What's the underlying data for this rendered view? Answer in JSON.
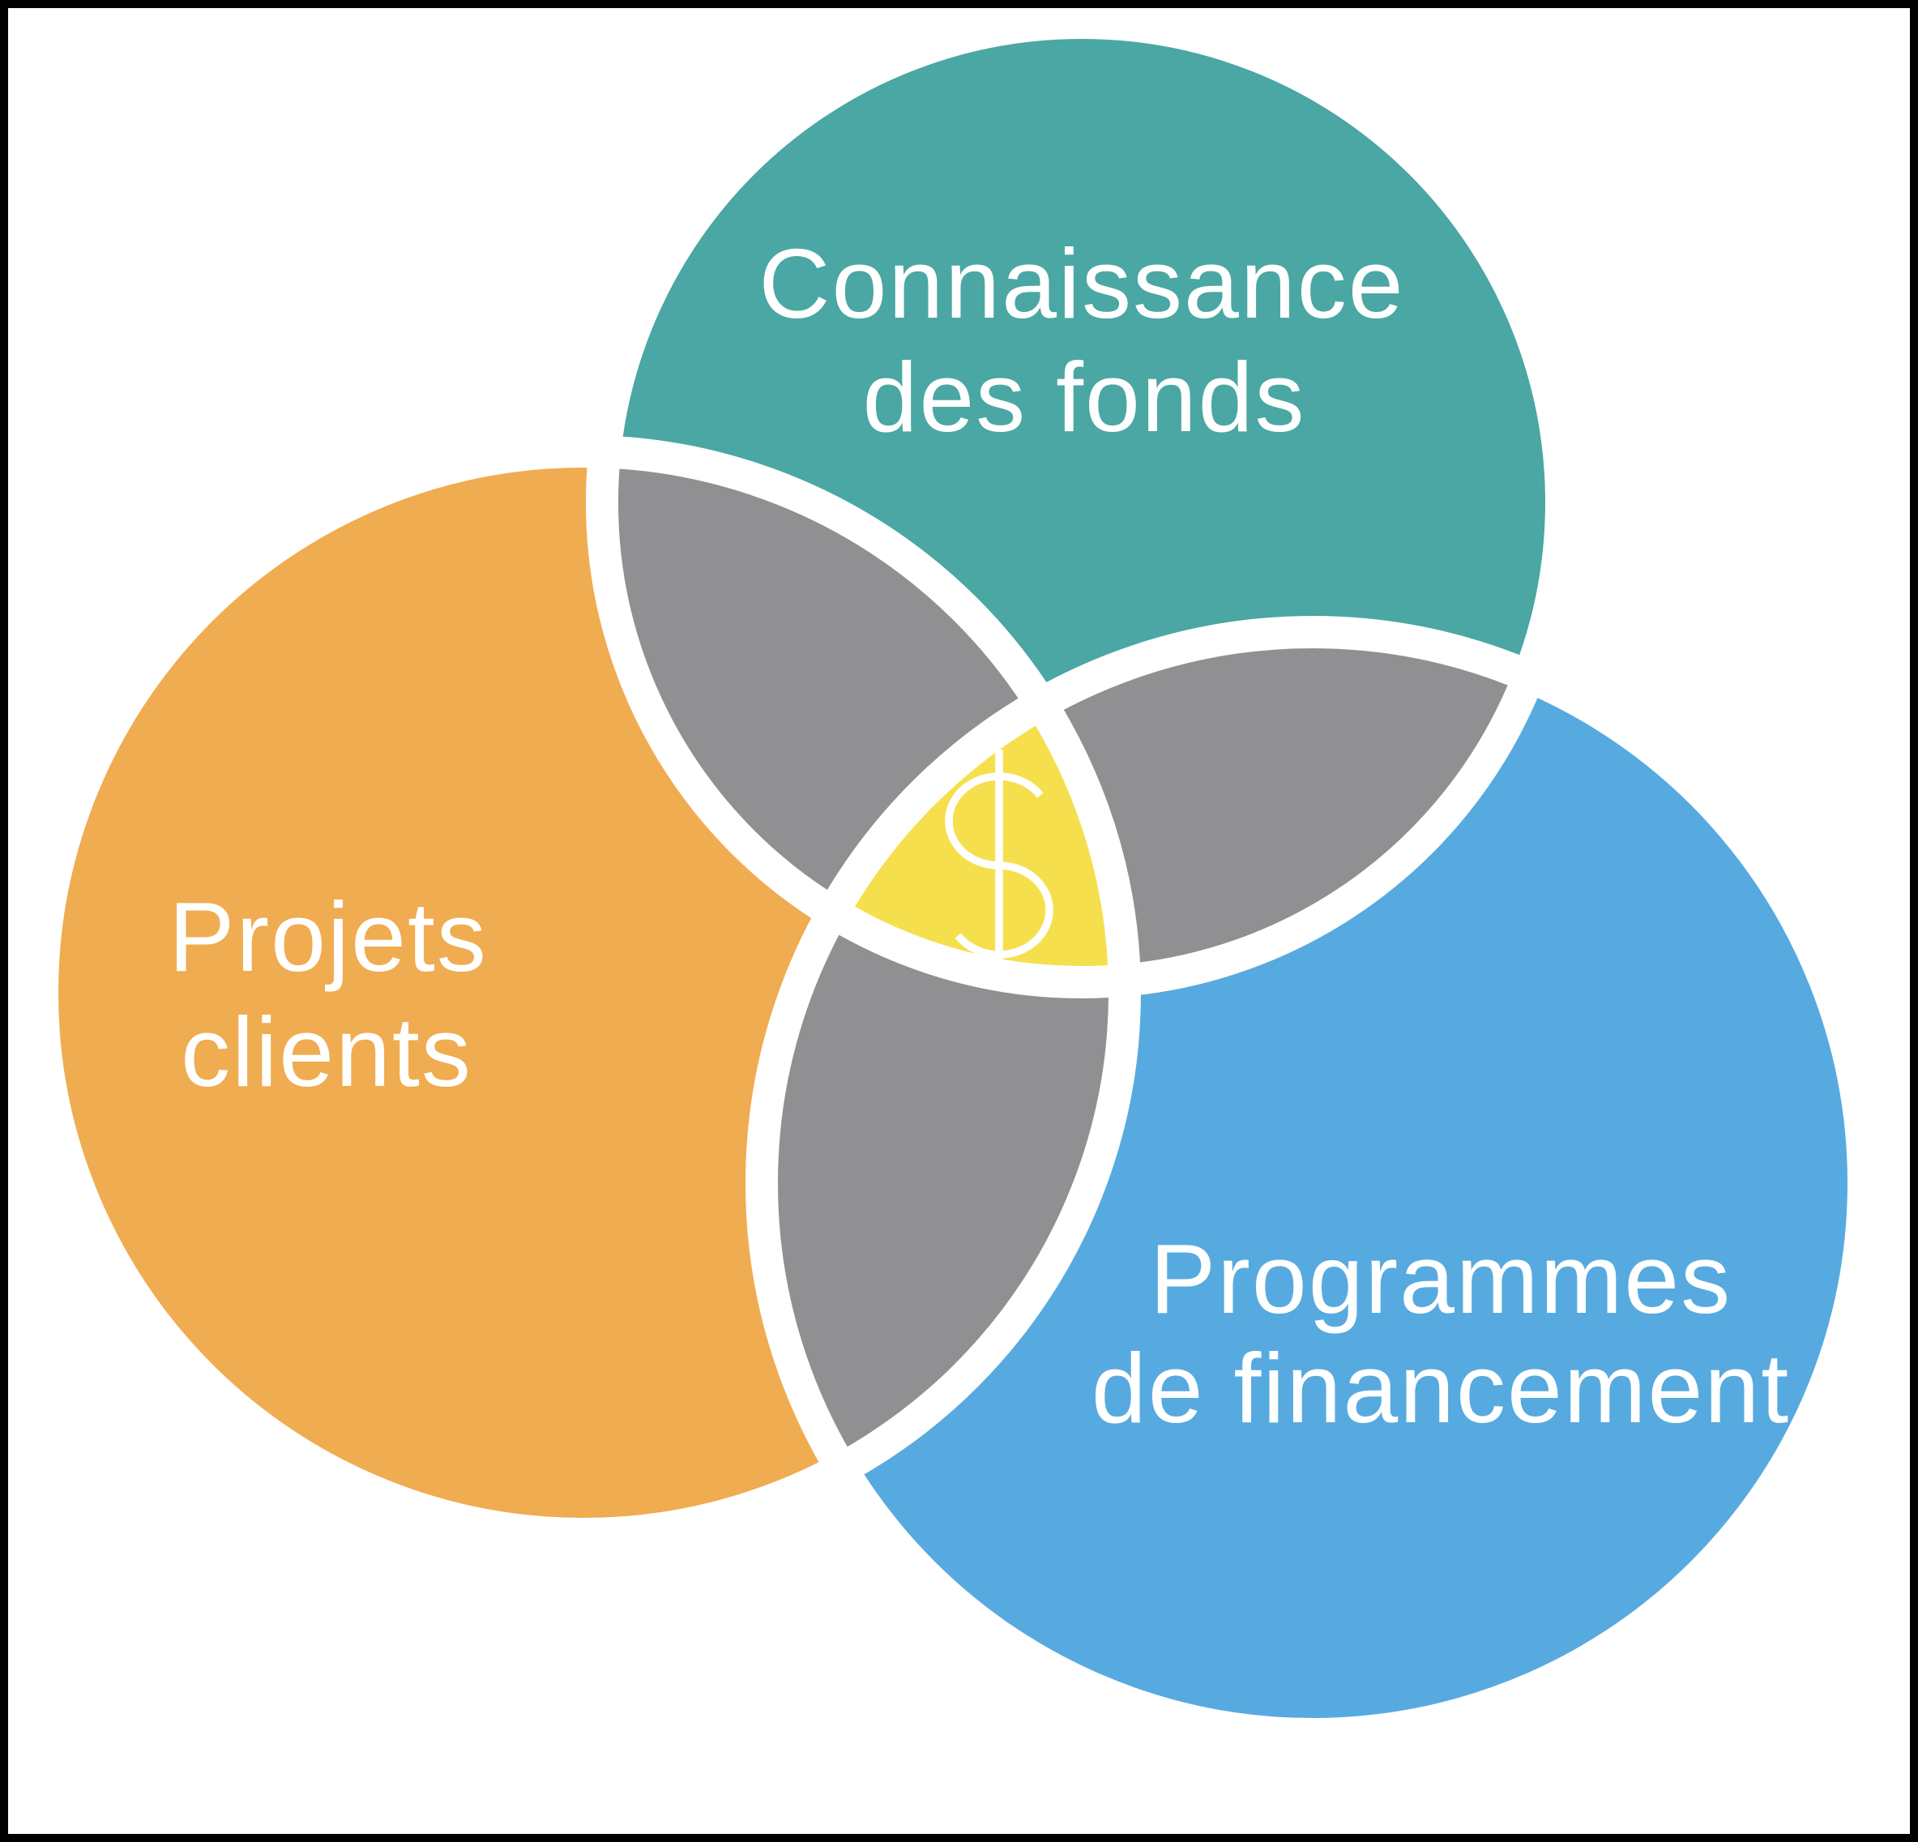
{
  "figure": {
    "type": "venn-diagram-3-circles",
    "background_color": "#FFFFFF",
    "frame_color": "#000000",
    "separator_color": "#FFFFFF",
    "text_color": "#FFFFFF",
    "sets": [
      {
        "name": "connaissance-des-fonds",
        "label_lines": [
          "Connaissance",
          "des fonds"
        ],
        "color": "#4AA7A3"
      },
      {
        "name": "projets-clients",
        "label_lines": [
          "Projets",
          "clients"
        ],
        "color": "#F0AC50"
      },
      {
        "name": "programmes-de-financement",
        "label_lines": [
          "Programmes",
          "de financement"
        ],
        "color": "#57AADF"
      }
    ],
    "pairwise_overlap_color": "#909092",
    "center_overlap_color": "#F6DF4D",
    "center_symbol": "$"
  }
}
